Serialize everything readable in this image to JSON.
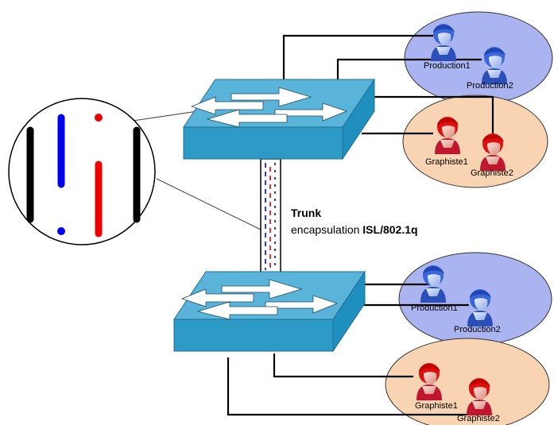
{
  "colors": {
    "production_zone": "#a9b4f0",
    "graphiste_zone": "#f9d4b2",
    "switch_top": "#5ab3d8",
    "switch_front": "#2e9bc6",
    "vlan_blue": "#0000ee",
    "vlan_red": "#ee0000",
    "cable": "#000000"
  },
  "icons": {
    "switch": "switch-icon",
    "user": "user-icon",
    "zoom": "magnifier-icon"
  },
  "trunk": {
    "title": "Trunk",
    "encap_prefix": "encapsulation ",
    "encap_protocol": "ISL/802.1q"
  },
  "top_group": {
    "production": {
      "user1": "Production1",
      "user2": "Production2"
    },
    "graphiste": {
      "user1": "Graphiste1",
      "user2": "Graphiste2"
    }
  },
  "bottom_group": {
    "production": {
      "user1": "Production1",
      "user2": "Production2"
    },
    "graphiste": {
      "user1": "Graphiste1",
      "user2": "Graphiste2"
    }
  }
}
